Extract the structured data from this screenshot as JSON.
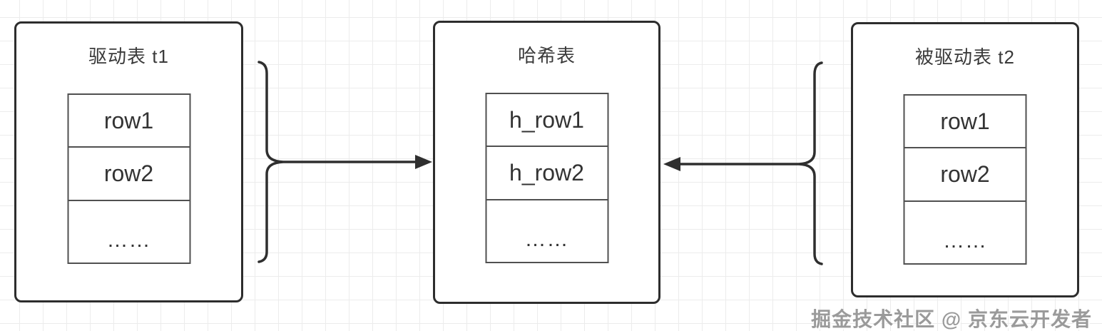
{
  "diagram": {
    "title": "hash-join-diagram",
    "tables": [
      {
        "id": "t1",
        "title": "驱动表 t1",
        "rows": [
          "row1",
          "row2",
          "……"
        ]
      },
      {
        "id": "hash",
        "title": "哈希表",
        "rows": [
          "h_row1",
          "h_row2",
          "……"
        ]
      },
      {
        "id": "t2",
        "title": "被驱动表 t2",
        "rows": [
          "row1",
          "row2",
          "……"
        ]
      }
    ],
    "connectors": [
      {
        "from": "驱动表 t1",
        "to": "哈希表",
        "shape": "curly-brace-arrow",
        "direction": "right"
      },
      {
        "from": "被驱动表 t2",
        "to": "哈希表",
        "shape": "curly-brace-arrow",
        "direction": "left"
      }
    ],
    "watermark": "掘金技术社区 @ 京东云开发者",
    "colors": {
      "box_stroke": "#2d2d2d",
      "inner_stroke": "#505050",
      "connector_stroke": "#2f2f2f",
      "text": "#3a3a3a",
      "grid_line": "#ececec",
      "watermark": "#9a9a9a",
      "background": "#ffffff"
    }
  }
}
